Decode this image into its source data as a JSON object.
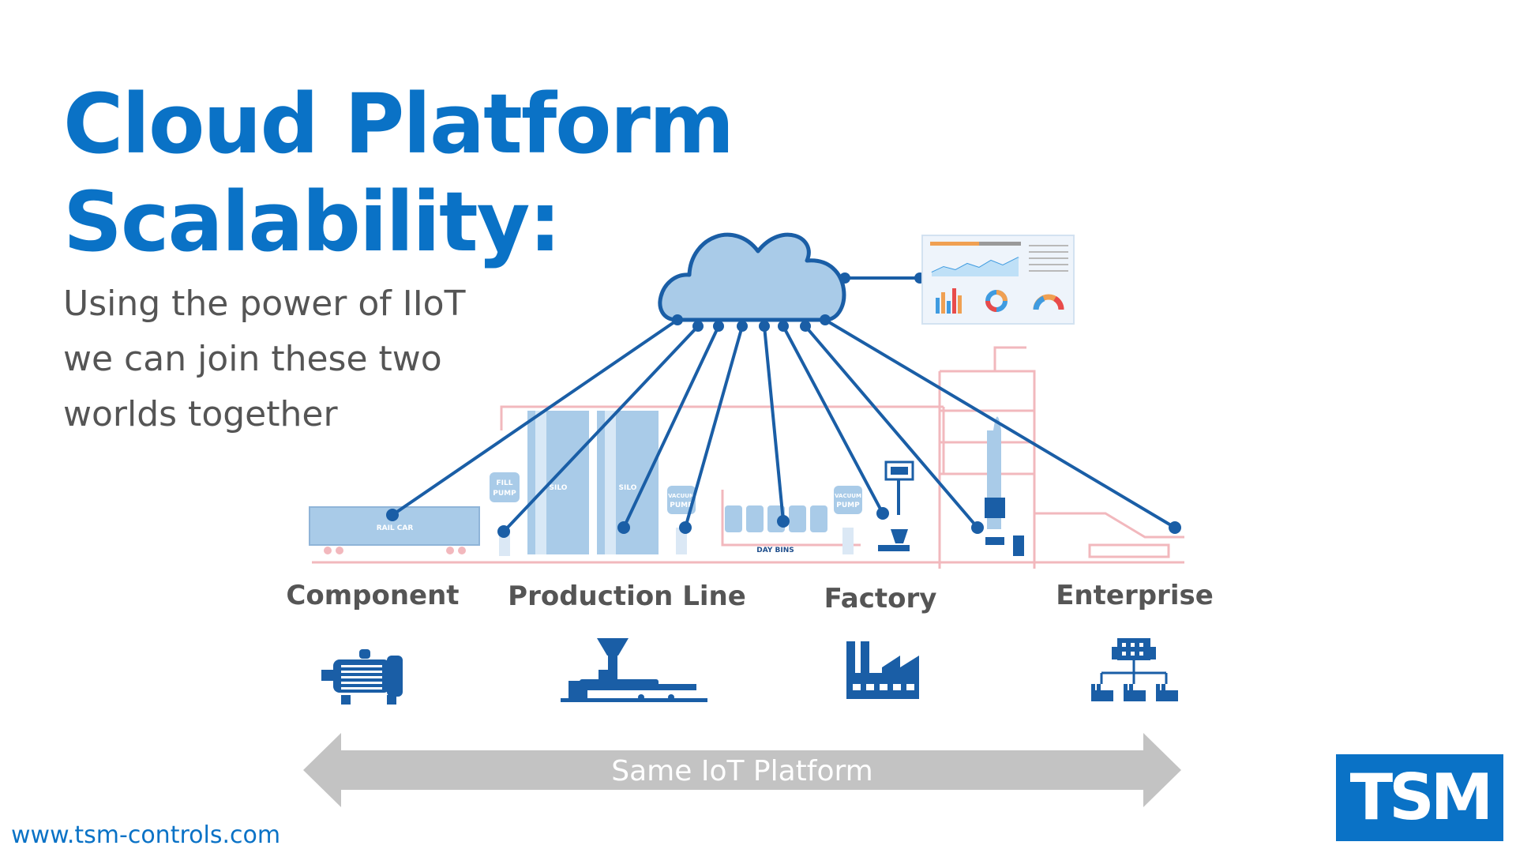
{
  "title": {
    "line1": "Cloud Platform",
    "line2": "Scalability:"
  },
  "subtitle": {
    "line1": "Using the power of IIoT",
    "line2": "we can join these two",
    "line3": "worlds together"
  },
  "plant_labels": {
    "rail_car": "RAIL CAR",
    "fill_pump_1": "FILL",
    "fill_pump_2": "PUMP",
    "silo_1": "SILO",
    "silo_2": "SILO",
    "vacuum_pump_1a": "VACUUM",
    "vacuum_pump_1b": "PUMP",
    "vacuum_pump_2a": "VACUUM",
    "vacuum_pump_2b": "PUMP",
    "day_bins": "DAY BINS"
  },
  "levels": [
    "Component",
    "Production Line",
    "Factory",
    "Enterprise"
  ],
  "arrow_label": "Same IoT Platform",
  "website": "www.tsm-controls.com",
  "logo_text": "TSM",
  "colors": {
    "brand_blue": "#0a72c6",
    "line_blue": "#1a5ea6",
    "cloud_fill": "#a9cbe8",
    "arrow_gray": "#c3c3c3",
    "label_gray": "#555555",
    "plant_pink": "#f2b8bd"
  },
  "icons": [
    "cloud-icon",
    "dashboard-icon",
    "motor-icon",
    "production-line-icon",
    "factory-icon",
    "enterprise-icon"
  ]
}
